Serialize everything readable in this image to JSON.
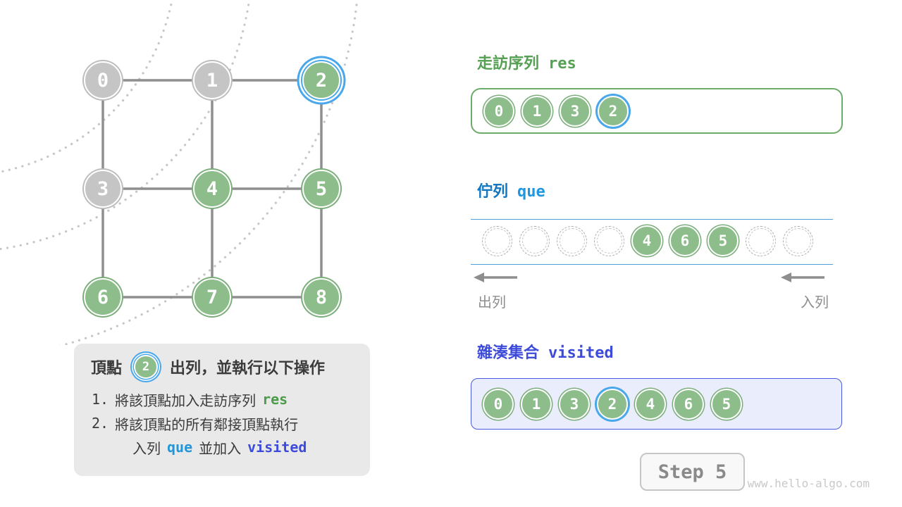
{
  "graph": {
    "nodes": [
      {
        "label": "0",
        "state": "visited"
      },
      {
        "label": "1",
        "state": "visited"
      },
      {
        "label": "2",
        "state": "current"
      },
      {
        "label": "3",
        "state": "visited"
      },
      {
        "label": "4",
        "state": "frontier"
      },
      {
        "label": "5",
        "state": "frontier"
      },
      {
        "label": "6",
        "state": "frontier"
      },
      {
        "label": "7",
        "state": "frontier"
      },
      {
        "label": "8",
        "state": "frontier"
      }
    ],
    "edges": [
      "0-1",
      "1-2",
      "3-4",
      "4-5",
      "6-7",
      "7-8",
      "0-3",
      "3-6",
      "1-4",
      "4-7",
      "2-5",
      "5-8"
    ]
  },
  "info_box": {
    "title_pre": "頂點",
    "title_node": "2",
    "title_post": "出列，並執行以下操作",
    "line1": {
      "num": "1.",
      "text": "將該頂點加入走訪序列",
      "code": "res"
    },
    "line2": {
      "num": "2.",
      "text": "將該頂點的所有鄰接頂點執行"
    },
    "line3": {
      "t1": "入列",
      "c1": "que",
      "t2": "並加入",
      "c2": "visited"
    }
  },
  "res_panel": {
    "title": "走訪序列",
    "code": "res",
    "items": [
      "0",
      "1",
      "3",
      "2"
    ],
    "current_item": "2"
  },
  "queue_panel": {
    "title": "佇列",
    "code": "que",
    "cells": [
      "",
      "",
      "",
      "",
      "4",
      "6",
      "5",
      "",
      ""
    ],
    "dequeue_label": "出列",
    "enqueue_label": "入列"
  },
  "visited_panel": {
    "title": "雜湊集合",
    "code": "visited",
    "items": [
      "0",
      "1",
      "3",
      "2",
      "4",
      "6",
      "5"
    ],
    "current_item": "2"
  },
  "step": {
    "label": "Step 5"
  },
  "watermark": "www.hello-algo.com",
  "colors": {
    "node_green": "#8CBD8B",
    "node_gray": "#C5C5C5",
    "highlight_blue": "#49A7EC",
    "res_green": "#55A053",
    "queue_blue": "#1277C0",
    "visited_indigo": "#3D4BDB",
    "info_box_bg": "#E9E9E9"
  }
}
